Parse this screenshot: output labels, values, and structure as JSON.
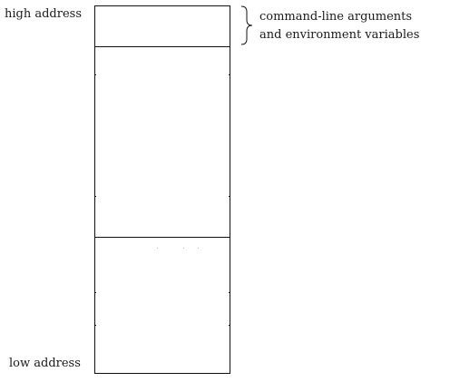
{
  "labels": {
    "high_address": "high address",
    "low_address": "low address"
  },
  "annotation": {
    "line1": "command-line arguments",
    "line2": "and environment variables"
  },
  "colors": {
    "stroke": "#111111",
    "text": "#1a1a1a",
    "background": "#ffffff"
  }
}
